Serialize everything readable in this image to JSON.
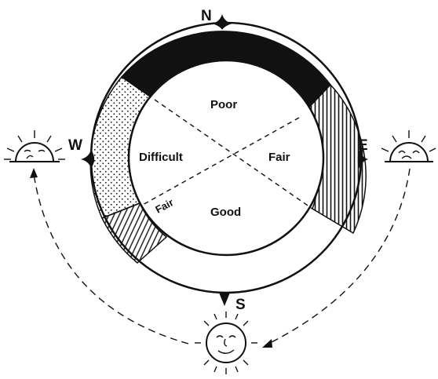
{
  "compass": {
    "north": "N",
    "south": "S",
    "east": "E",
    "west": "W"
  },
  "sectors": {
    "top": "Poor",
    "right": "Fair",
    "left": "Difficult",
    "bottom": "Good",
    "lower_left": "Fair"
  },
  "icons": {
    "sunrise": "rising-sun-icon",
    "noon_sun": "noon-sun-icon",
    "sunset": "setting-sun-icon"
  },
  "colors": {
    "ink": "#111111",
    "paper": "#ffffff"
  }
}
